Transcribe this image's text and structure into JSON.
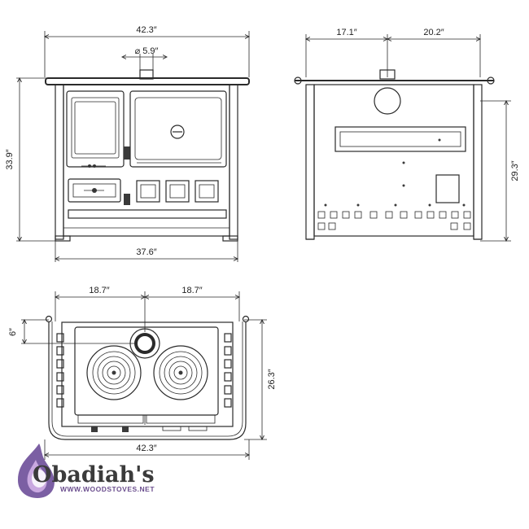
{
  "front_view": {
    "width_top": "42.3″",
    "flue_diameter": "⌀ 5.9″",
    "height": "33.9″",
    "width_bottom": "37.6″"
  },
  "side_view": {
    "depth_left": "17.1″",
    "depth_right": "20.2″",
    "flue_height": "29.3″"
  },
  "top_view": {
    "half_left": "18.7″",
    "half_right": "18.7″",
    "flue_offset": "6″",
    "depth": "26.3″",
    "width": "42.3″"
  },
  "logo": {
    "name": "Obadiah's",
    "url": "WWW.WOODSTOVES.NET"
  },
  "colors": {
    "line": "#2a2a2a",
    "logo_flame_outer": "#7b5fa3",
    "logo_flame_inner": "#c9a8e0",
    "logo_url": "#6b4e8e"
  }
}
